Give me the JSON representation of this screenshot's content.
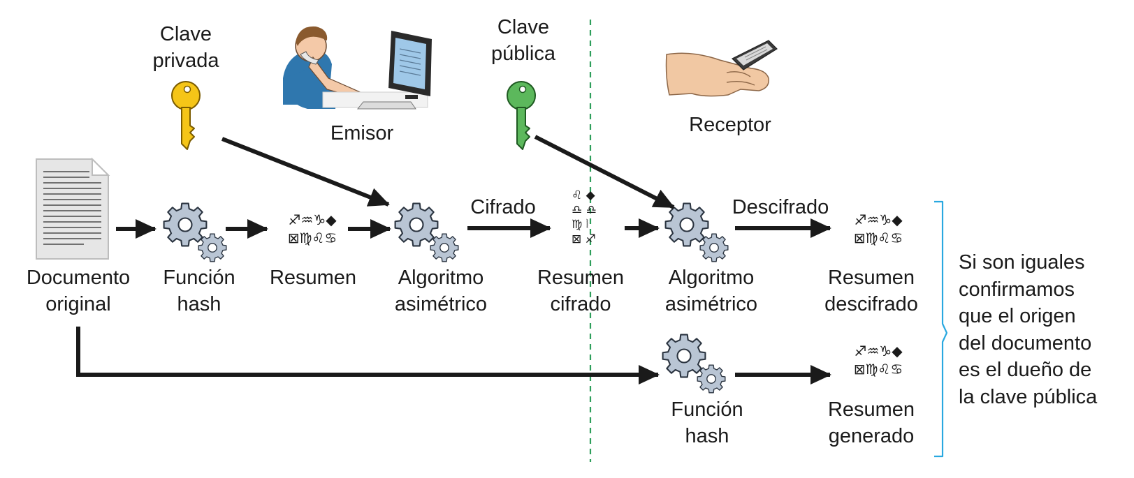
{
  "keys": {
    "private_label": [
      "Clave",
      "privada"
    ],
    "public_label": [
      "Clave",
      "pública"
    ],
    "private_color": "#f5c518",
    "public_color": "#5cb85c"
  },
  "actors": {
    "sender": "Emisor",
    "receiver": "Receptor"
  },
  "edges": {
    "encrypt": "Cifrado",
    "decrypt": "Descifrado"
  },
  "nodes": {
    "document": [
      "Documento",
      "original"
    ],
    "hash_function": [
      "Función",
      "hash"
    ],
    "digest": "Resumen",
    "asym_sender": [
      "Algoritmo",
      "asimétrico"
    ],
    "encrypted_digest": [
      "Resumen",
      "cifrado"
    ],
    "asym_receiver": [
      "Algoritmo",
      "asimétrico"
    ],
    "decrypted_digest": [
      "Resumen",
      "descifrado"
    ],
    "hash_function_receiver": [
      "Función",
      "hash"
    ],
    "generated_digest": [
      "Resumen",
      "generado"
    ]
  },
  "digest_symbols": [
    "♐♒♑◆",
    "⊠♍♌♋"
  ],
  "cipher_symbols": [
    "♌  ◆",
    "♎ ♎",
    "♍ ⦚",
    "⊠ ♐"
  ],
  "conclusion": [
    "Si son iguales",
    "confirmamos",
    "que el origen",
    "del documento",
    "es el dueño de",
    "la clave pública"
  ],
  "colors": {
    "arrow": "#1a1a1a",
    "divider": "#2e9e5b",
    "brace": "#29a8e0",
    "gear": "#b9c5d4"
  },
  "icons": [
    "document-icon",
    "gear-icon",
    "key-icon",
    "person-computer-icon",
    "hand-phone-icon"
  ]
}
